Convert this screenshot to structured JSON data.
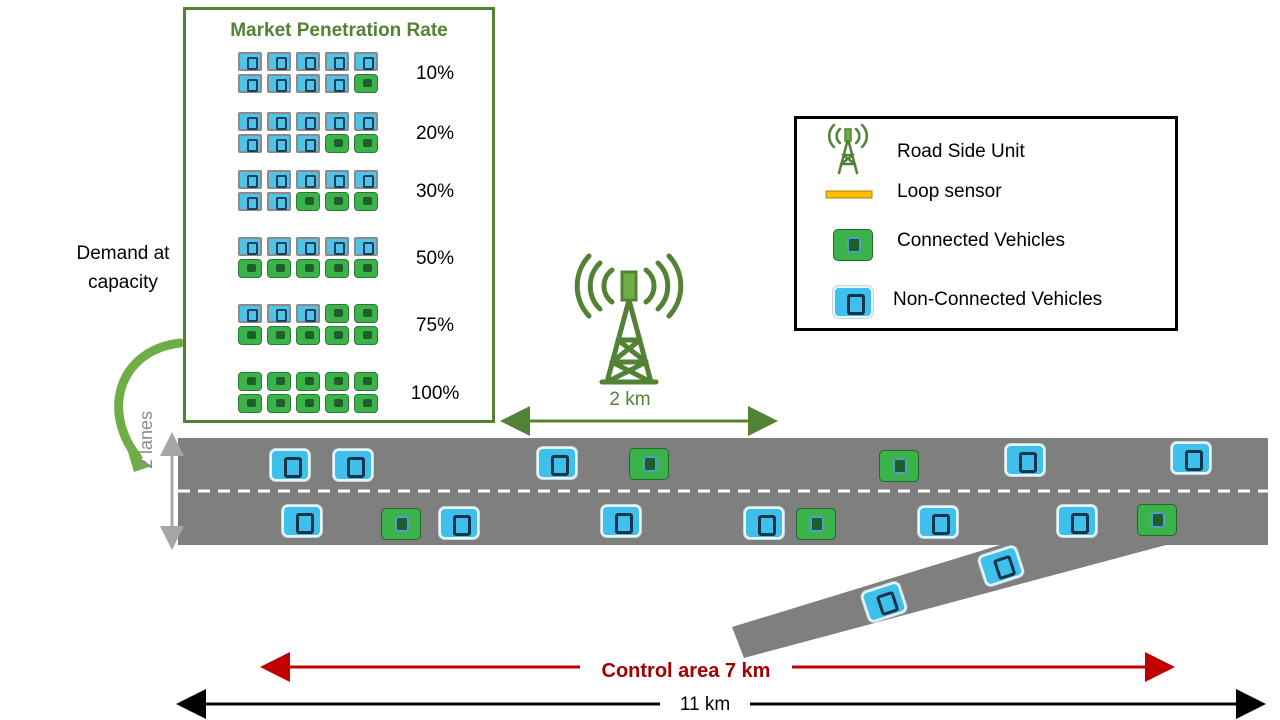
{
  "market_penetration": {
    "title": "Market Penetration Rate",
    "rows": [
      {
        "label": "10%",
        "connected": 1
      },
      {
        "label": "20%",
        "connected": 2
      },
      {
        "label": "30%",
        "connected": 3
      },
      {
        "label": "50%",
        "connected": 5
      },
      {
        "label": "75%",
        "connected": 7
      },
      {
        "label": "100%",
        "connected": 10
      }
    ]
  },
  "legend": {
    "rsu": "Road Side Unit",
    "loop": "Loop sensor",
    "cv": "Connected Vehicles",
    "ncv": "Non-Connected Vehicles"
  },
  "demand_label": "Demand at capacity",
  "lanes_label": "2 lanes",
  "rsu_range": "2 km",
  "control_area": "Control area 7 km",
  "total_length": "11 km",
  "road_cars": [
    {
      "type": "ncv"
    },
    {
      "type": "ncv"
    },
    {
      "type": "ncv"
    },
    {
      "type": "cv"
    },
    {
      "type": "cv"
    },
    {
      "type": "ncv"
    },
    {
      "type": "ncv"
    },
    {
      "type": "ncv"
    },
    {
      "type": "cv"
    },
    {
      "type": "ncv"
    },
    {
      "type": "ncv"
    },
    {
      "type": "ncv"
    },
    {
      "type": "cv"
    },
    {
      "type": "ncv"
    },
    {
      "type": "ncv"
    },
    {
      "type": "cv"
    },
    {
      "type": "ncv"
    },
    {
      "type": "ncv"
    }
  ],
  "colors": {
    "green": "#548235",
    "road": "#7f7f7f",
    "control": "#c00000",
    "loop": "#ffc000"
  }
}
